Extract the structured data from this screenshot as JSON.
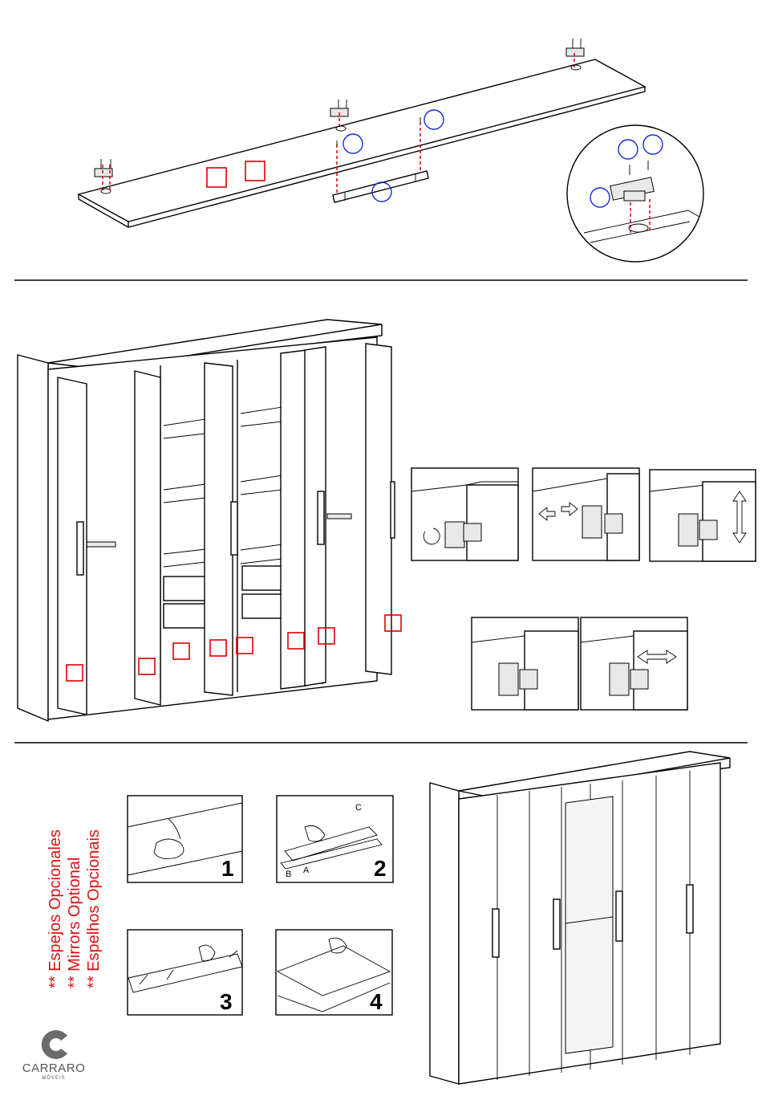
{
  "optional_mirrors": {
    "line_es": "** Espejos Opcionales",
    "line_en": "** Mirrors Optional",
    "line_pt": "** Espelhos Opcionais"
  },
  "steps": [
    {
      "number": "1"
    },
    {
      "number": "2",
      "labels": [
        "C",
        "B",
        "A"
      ]
    },
    {
      "number": "3"
    },
    {
      "number": "4"
    }
  ],
  "brand": {
    "name": "CARRARO",
    "sub": "MÓVEIS"
  },
  "colors": {
    "marker_red": "#d00000",
    "marker_blue": "#1a2bd6",
    "text_red": "#e01010"
  }
}
